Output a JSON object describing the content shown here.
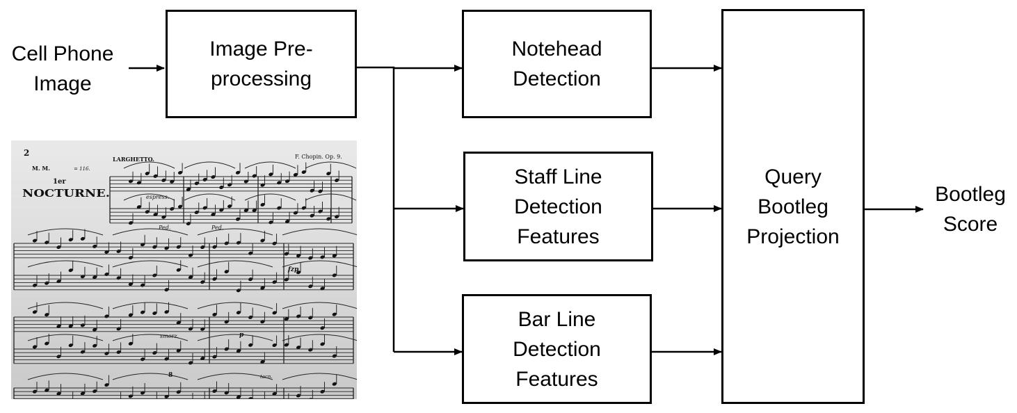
{
  "input_label": [
    "Cell Phone",
    "Image"
  ],
  "output_label": [
    "Bootleg",
    "Score"
  ],
  "boxes": {
    "preprocessing": [
      "Image Pre-",
      "processing"
    ],
    "notehead": [
      "Notehead",
      "Detection"
    ],
    "staff_line": [
      "Staff Line",
      "Detection",
      "Features"
    ],
    "bar_line": [
      "Bar Line",
      "Detection",
      "Features"
    ],
    "query": [
      "Query",
      "Bootleg",
      "Projection"
    ]
  },
  "sheet_music": {
    "page_number": "2",
    "tempo_marking": "LARGHETTO.",
    "composer": "F. Chopin. Op. 9.",
    "metronome": "M. M.",
    "metronome_value": "= 116.",
    "title_number": "1er",
    "title": "NOCTURNE.",
    "expression": "espress.",
    "pedal_1": "Ped.",
    "pedal_2": "Ped.",
    "dynamic_fzp": "fzp",
    "dynamic_p": "p",
    "smorz": "smorz.",
    "ottava": "8",
    "tacet": "tacn."
  },
  "colors": {
    "stroke": "#000000",
    "background": "#ffffff"
  }
}
